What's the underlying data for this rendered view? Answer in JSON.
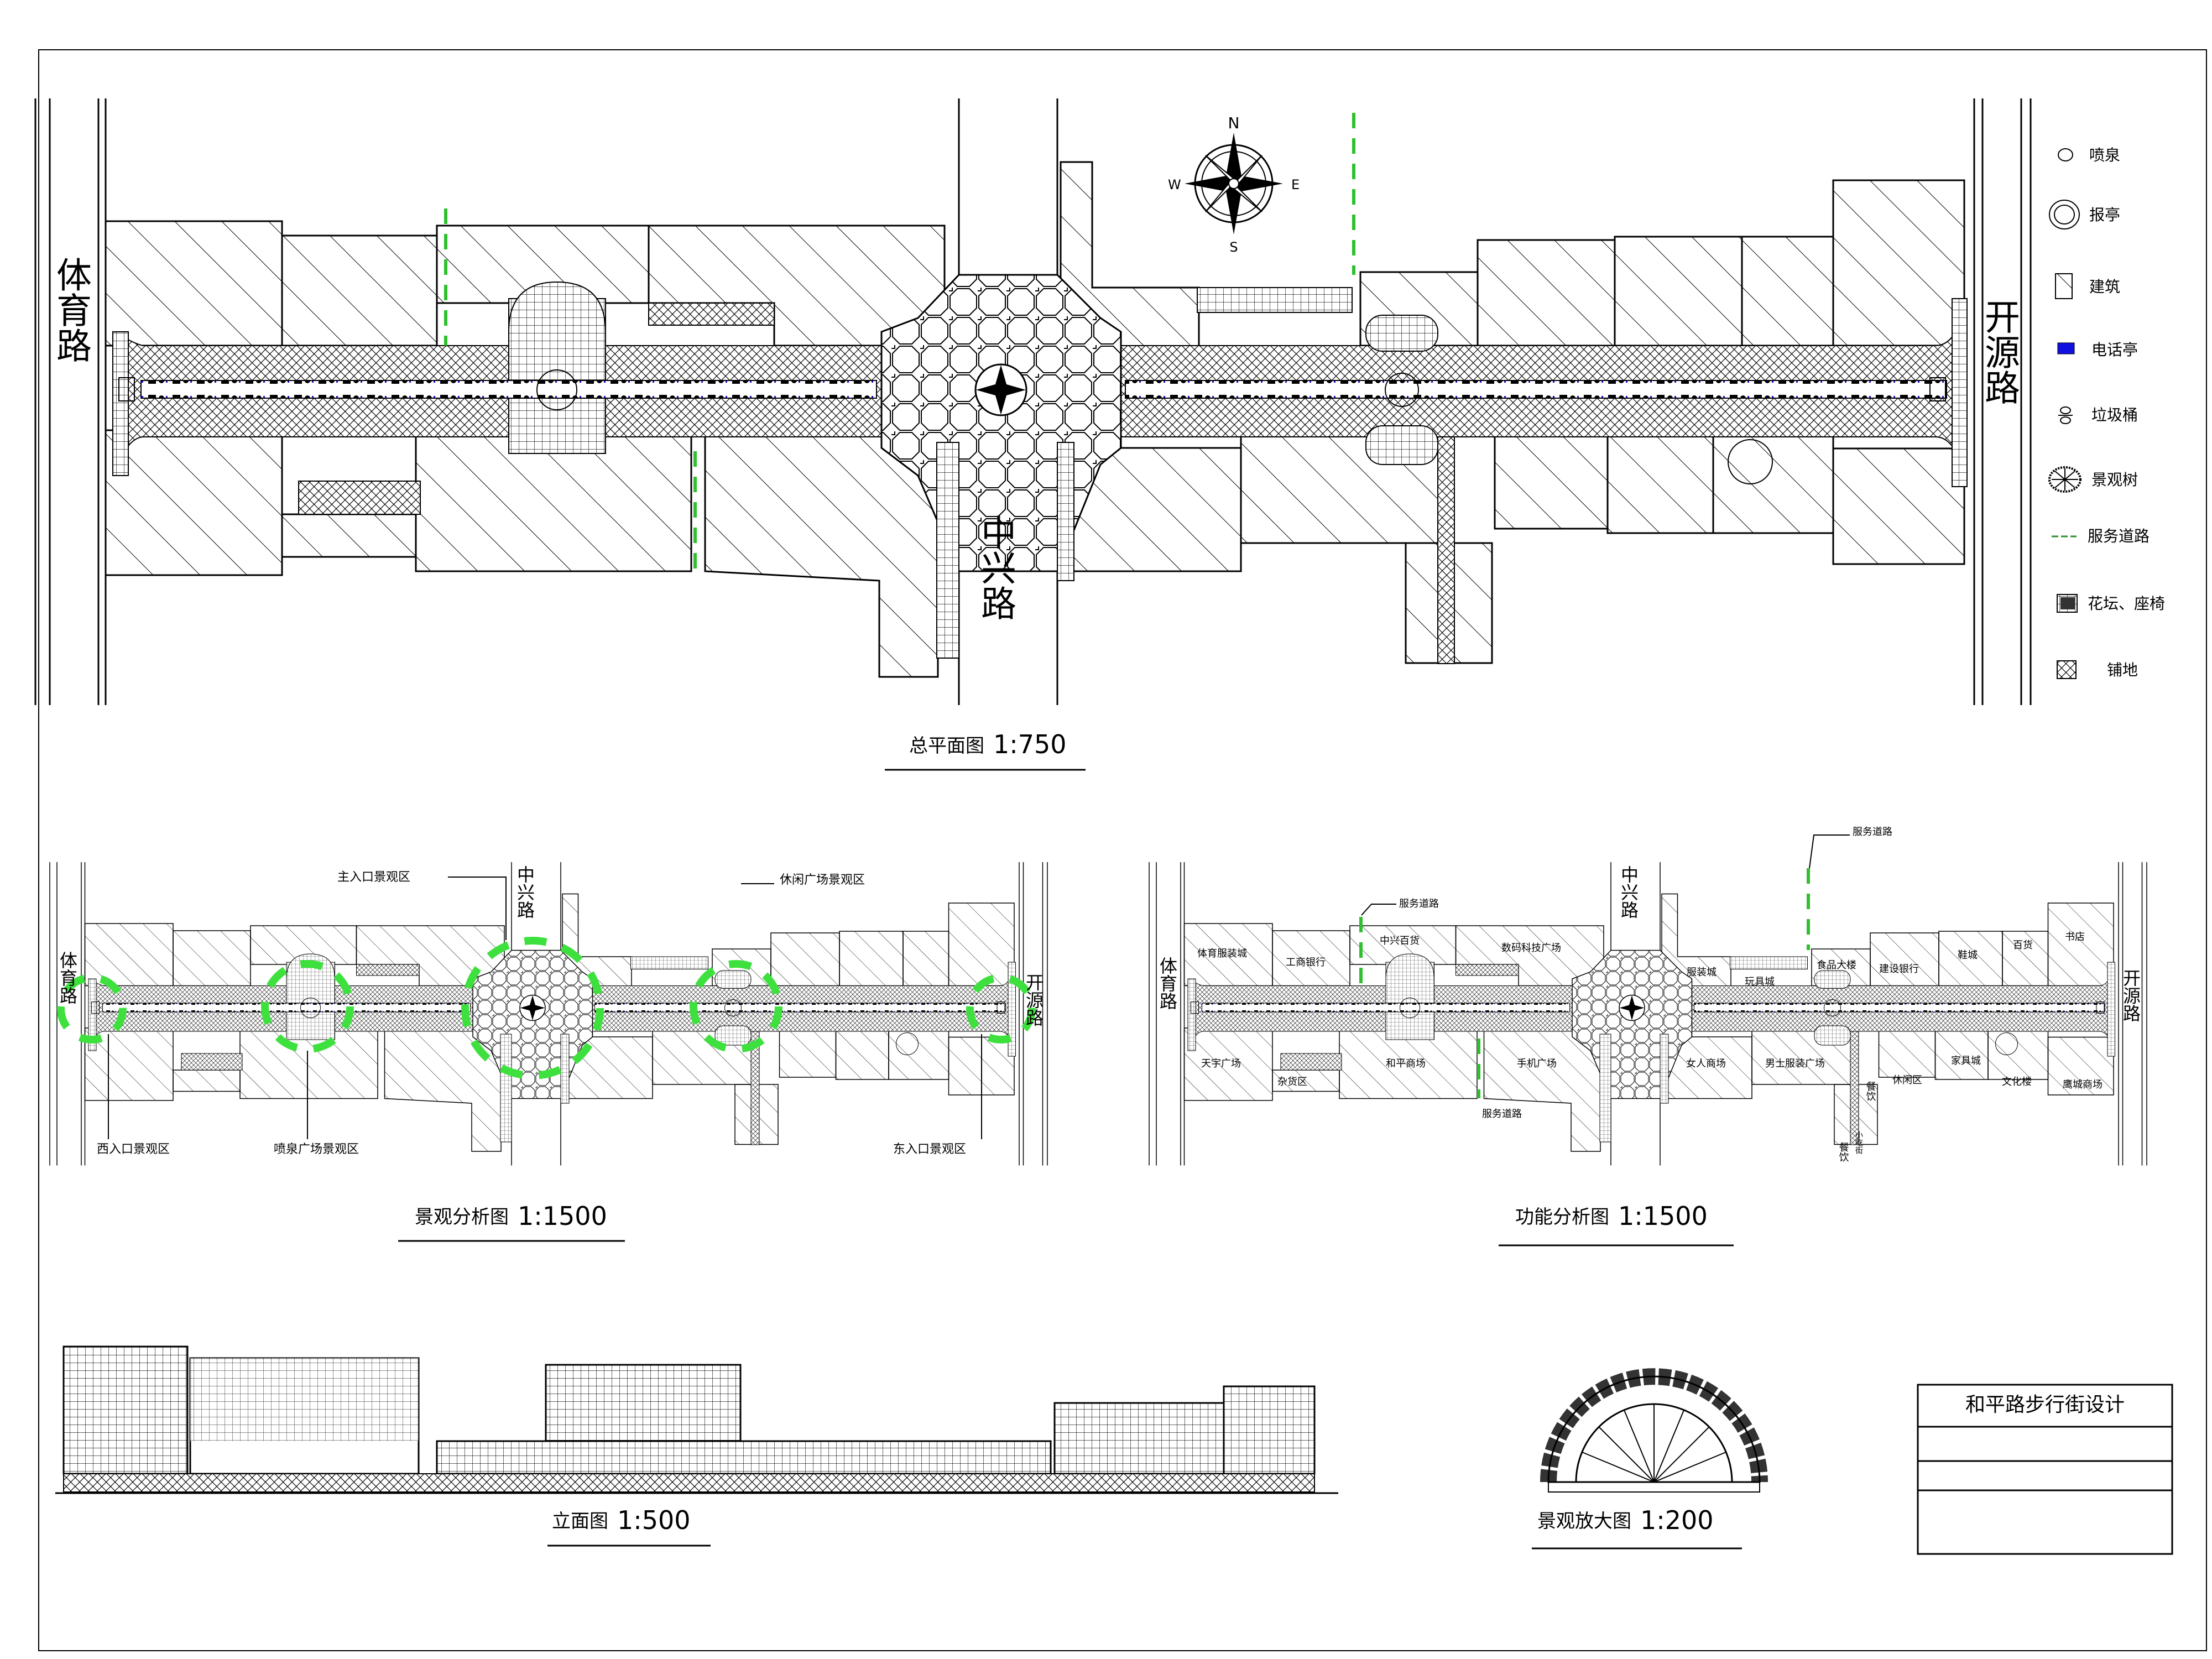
{
  "main_plan": {
    "title": "总平面图",
    "scale": "1:750",
    "roads": {
      "west": "体育路",
      "east": "开源路",
      "cross": "中兴路"
    },
    "compass": {
      "n": "N",
      "s": "S",
      "e": "E",
      "w": "W"
    }
  },
  "legend": {
    "items": [
      {
        "icon": "fountain-icon",
        "label": "喷泉"
      },
      {
        "icon": "kiosk-icon",
        "label": "报亭"
      },
      {
        "icon": "building-hatch-icon",
        "label": "建筑"
      },
      {
        "icon": "phone-booth-icon",
        "label": "电话亭",
        "color": "#1010e0"
      },
      {
        "icon": "trash-bin-icon",
        "label": "垃圾桶"
      },
      {
        "icon": "landscape-tree-icon",
        "label": "景观树"
      },
      {
        "icon": "service-road-icon",
        "label": "服务道路",
        "color": "#2f8f2f"
      },
      {
        "icon": "flowerbed-bench-icon",
        "label": "花坛、座椅"
      },
      {
        "icon": "paving-icon",
        "label": "铺地"
      }
    ]
  },
  "landscape_map": {
    "title": "景观分析图",
    "scale": "1:1500",
    "roads": {
      "west": "体育路",
      "east": "开源路",
      "cross": "中兴路"
    },
    "zones": [
      "主入口景观区",
      "休闲广场景观区",
      "西入口景观区",
      "喷泉广场景观区",
      "东入口景观区"
    ],
    "zone_color": "#3ee03e"
  },
  "function_map": {
    "title": "功能分析图",
    "scale": "1:1500",
    "roads": {
      "west": "体育路",
      "east": "开源路",
      "cross": "中兴路"
    },
    "labels": {
      "service_road": "服务道路",
      "north": [
        "体育服装城",
        "工商银行",
        "中兴百货",
        "数码科技广场",
        "服装城",
        "玩具城",
        "食品大楼",
        "建设银行",
        "鞋城",
        "百货",
        "书店"
      ],
      "south": [
        "天宇广场",
        "杂货区",
        "和平商场",
        "手机广场",
        "女人商场",
        "男士服装广场",
        "餐饮",
        "小吃街",
        "餐饮",
        "休闲区",
        "家具城",
        "文化楼",
        "鹰城商场"
      ]
    }
  },
  "elevation": {
    "title": "立面图",
    "scale": "1:500"
  },
  "detail": {
    "title": "景观放大图",
    "scale": "1:200"
  },
  "title_block": {
    "project": "和平路步行街设计"
  }
}
